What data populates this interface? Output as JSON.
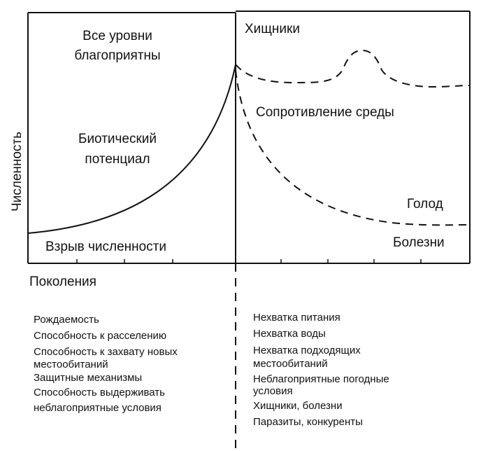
{
  "labels": {
    "y_axis": "Численность",
    "x_axis": "Поколения",
    "all_levels_line1": "Все уровни",
    "all_levels_line2": "благоприятны",
    "biotic_line1": "Биотический",
    "biotic_line2": "потенциал",
    "explosion": "Взрыв численности",
    "predators": "Хищники",
    "resistance": "Сопротивление среды",
    "hunger": "Голод",
    "diseases": "Болезни"
  },
  "left_list": [
    "Рождаемость",
    "Способность к расселению",
    "Способность к захвату новых",
    "местообитаний",
    "Защитные механизмы",
    "Способность выдерживать",
    "неблагоприятные условия"
  ],
  "right_list": [
    "Нехватка питания",
    "Нехватка воды",
    "Нехватка подходящих",
    "местообитаний",
    "Неблагоприятные погодные",
    "условия",
    "Хищники, болезни",
    "Паразиты, конкуренты"
  ]
}
